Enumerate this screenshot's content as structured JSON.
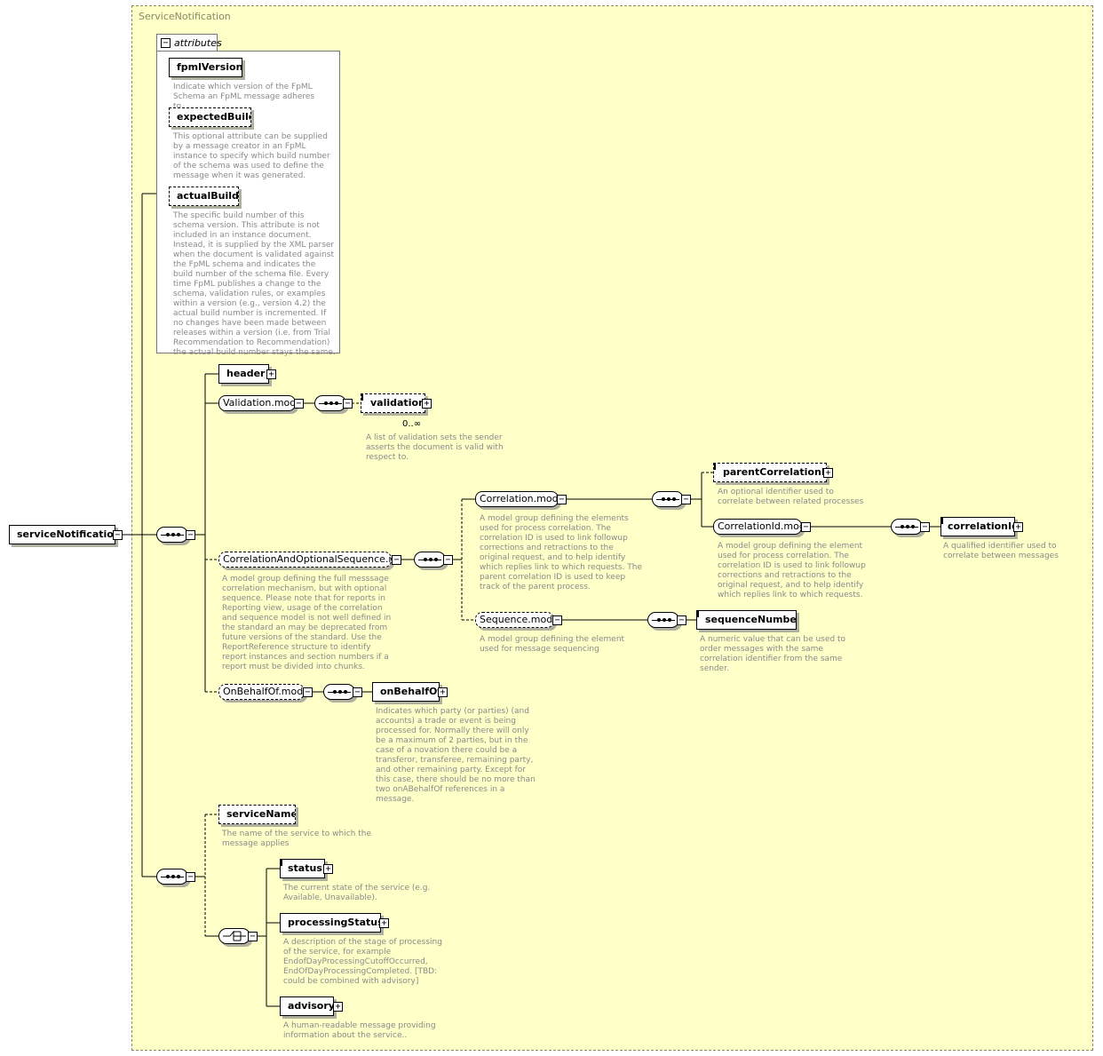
{
  "type_name": "ServiceNotification",
  "root": {
    "label": "serviceNotification"
  },
  "attributes": {
    "tab_label": "attributes",
    "items": [
      {
        "name": "fpmlVersion",
        "doc": "Indicate which version of the FpML Schema an FpML message adheres to."
      },
      {
        "name": "expectedBuild",
        "doc": "This optional attribute can be supplied by a message creator in an FpML instance to specify which build number of the schema was used to define the message when it was generated."
      },
      {
        "name": "actualBuild",
        "doc": "The specific build number of this schema version. This attribute is not included in an instance document. Instead, it is supplied by the XML parser when the document is validated against the FpML schema and indicates the build number of the schema file. Every time FpML publishes a change to the schema, validation rules, or examples within a version (e.g., version 4.2) the actual build number is incremented. If no changes have been made between releases within a version (i.e. from Trial Recommendation to Recommendation) the actual build number stays the same."
      }
    ]
  },
  "nodes": {
    "header": "header",
    "validation_model": "Validation.model",
    "validation": "validation",
    "validation_occ": "0..∞",
    "validation_doc": "A list of validation sets the sender asserts the document is valid with respect to.",
    "corr_opt_seq": "CorrelationAndOptionalSequence.mo...",
    "corr_opt_seq_doc": "A model group defining the full messsage correlation mechanism, but with optional sequence. Please note that for reports in Reporting view, usage of the correlation and sequence model is not well defined in the standard an may be deprecated from future versions of the standard. Use the ReportReference structure to identify report instances and section numbers if a report must be divided into chunks.",
    "correlation_model": "Correlation.model",
    "correlation_model_doc": "A model group defining the elements used for process correlation. The correlation ID is used to link followup corrections and retractions to the original request, and to help identify which replies link to which requests. The parent correlation ID is used to keep track of the parent process.",
    "parent_correlation_id": "parentCorrelationId",
    "parent_correlation_id_doc": "An optional identifier used to correlate between related processes",
    "correlation_id_model": "CorrelationId.model",
    "correlation_id_model_doc": "A model group defining the element used for process correlation. The correlation ID is used to link followup corrections and retractions to the original request, and to help identify which replies link to which requests.",
    "correlation_id": "correlationId",
    "correlation_id_doc": "A qualified identifier used to correlate between messages",
    "sequence_model": "Sequence.model",
    "sequence_model_doc": "A model group defining the element used for message sequencing",
    "sequence_number": "sequenceNumber",
    "sequence_number_doc": "A numeric value that can be used to order messages with the same correlation identifier from the same sender.",
    "on_behalf_of_model": "OnBehalfOf.model",
    "on_behalf_of": "onBehalfOf",
    "on_behalf_of_doc": "Indicates which party (or parties) (and accounts) a trade or event is being processed for. Normally there will only be a maximum of 2 parties, but in the case of a novation there could be a transferor, transferee, remaining party, and other remaining party. Except for this case, there should be no more than two onABehalfOf references in a message.",
    "service_name": "serviceName",
    "service_name_doc": "The name of the service to which the message applies",
    "status": "status",
    "status_doc": "The current state of the service (e.g. Available, Unavailable).",
    "processing_status": "processingStatus",
    "processing_status_doc": "A description of the stage of processing of the service, for example EndofDayProcessingCutoffOccurred, EndOfDayProcessingCompleted. [TBD: could be combined with advisory]",
    "advisory": "advisory",
    "advisory_doc": "A human-readable message providing information about the service.."
  },
  "colors": {
    "frame_bg": "#ffffc8",
    "doc_text": "#8a8a8a"
  }
}
